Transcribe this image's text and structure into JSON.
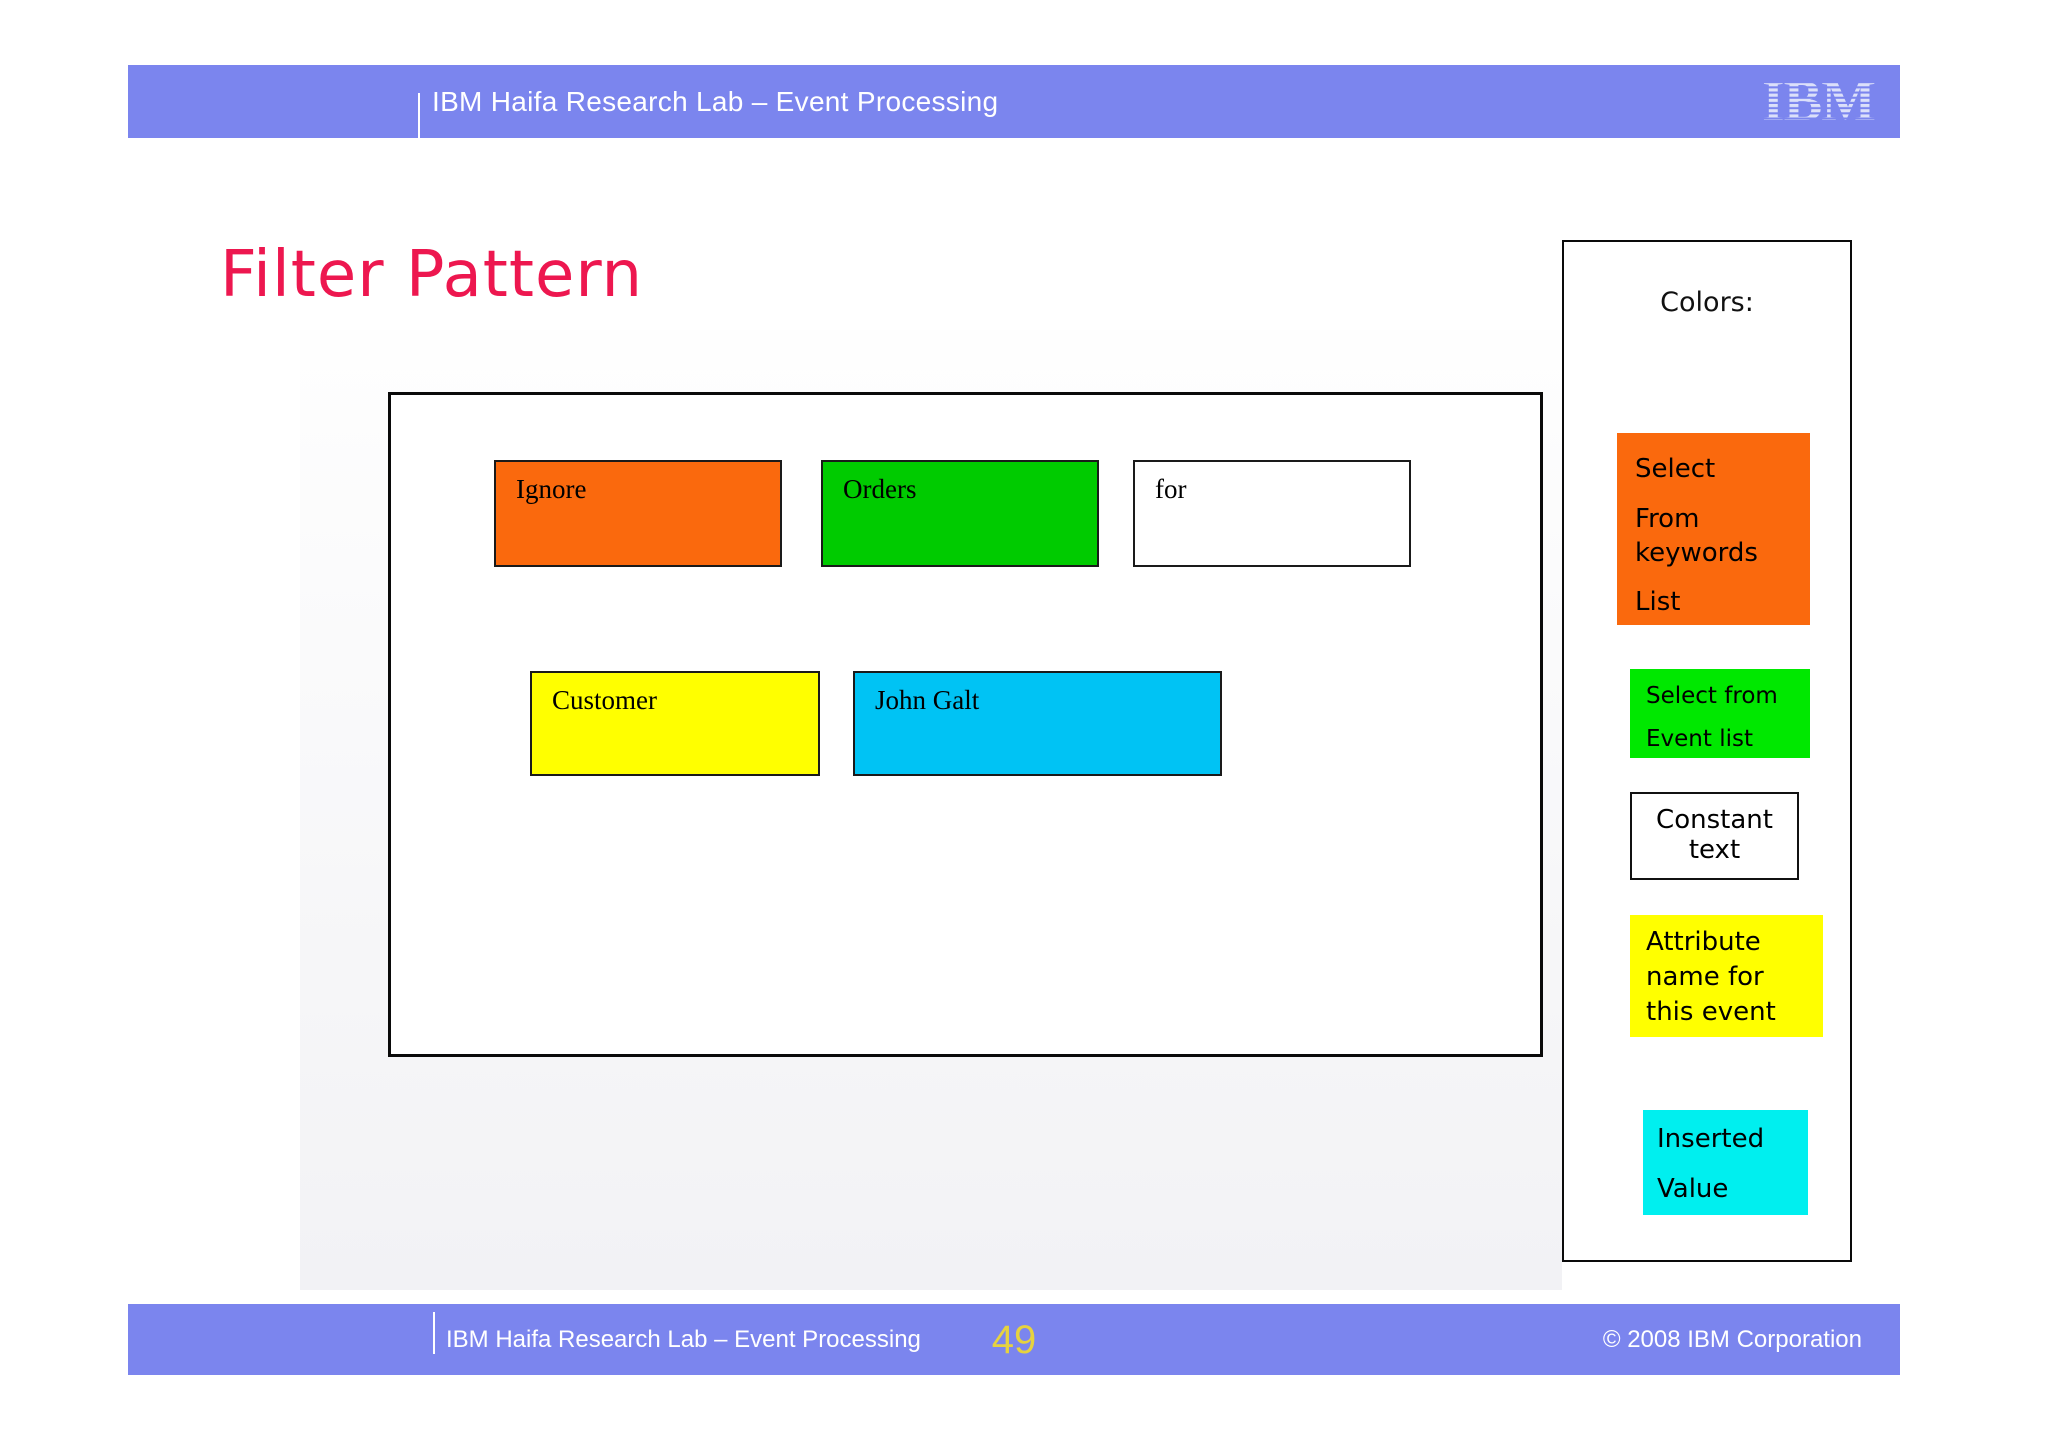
{
  "colors": {
    "header_bar": "#7B85EE",
    "title": "#ED174F",
    "select_keywords": "#FA690D",
    "select_event": "#00CB00",
    "legend_event": "#00E800",
    "attribute": "#FFFF00",
    "inserted": "#00C3F4",
    "legend_inserted": "#00EFEF",
    "page_number": "#E6D23F",
    "logo": "#DCE0FA"
  },
  "header": {
    "title": "IBM Haifa Research Lab – Event Processing",
    "logo_text": "IBM"
  },
  "slide": {
    "title": "Filter Pattern"
  },
  "diagram": {
    "boxes": [
      {
        "label": "Ignore"
      },
      {
        "label": "Orders"
      },
      {
        "label": "for"
      },
      {
        "label": "Customer"
      },
      {
        "label": "John Galt"
      }
    ]
  },
  "legend": {
    "title": "Colors:",
    "items": [
      {
        "lines": [
          "Select",
          "From keywords",
          "List"
        ]
      },
      {
        "lines": [
          "Select from",
          "Event list"
        ]
      },
      {
        "lines": [
          "Constant text"
        ]
      },
      {
        "lines": [
          "Attribute name for this event"
        ]
      },
      {
        "lines": [
          "Inserted",
          "Value"
        ]
      }
    ]
  },
  "footer": {
    "title": "IBM Haifa Research Lab – Event Processing",
    "page": "49",
    "copyright": "© 2008 IBM Corporation"
  }
}
